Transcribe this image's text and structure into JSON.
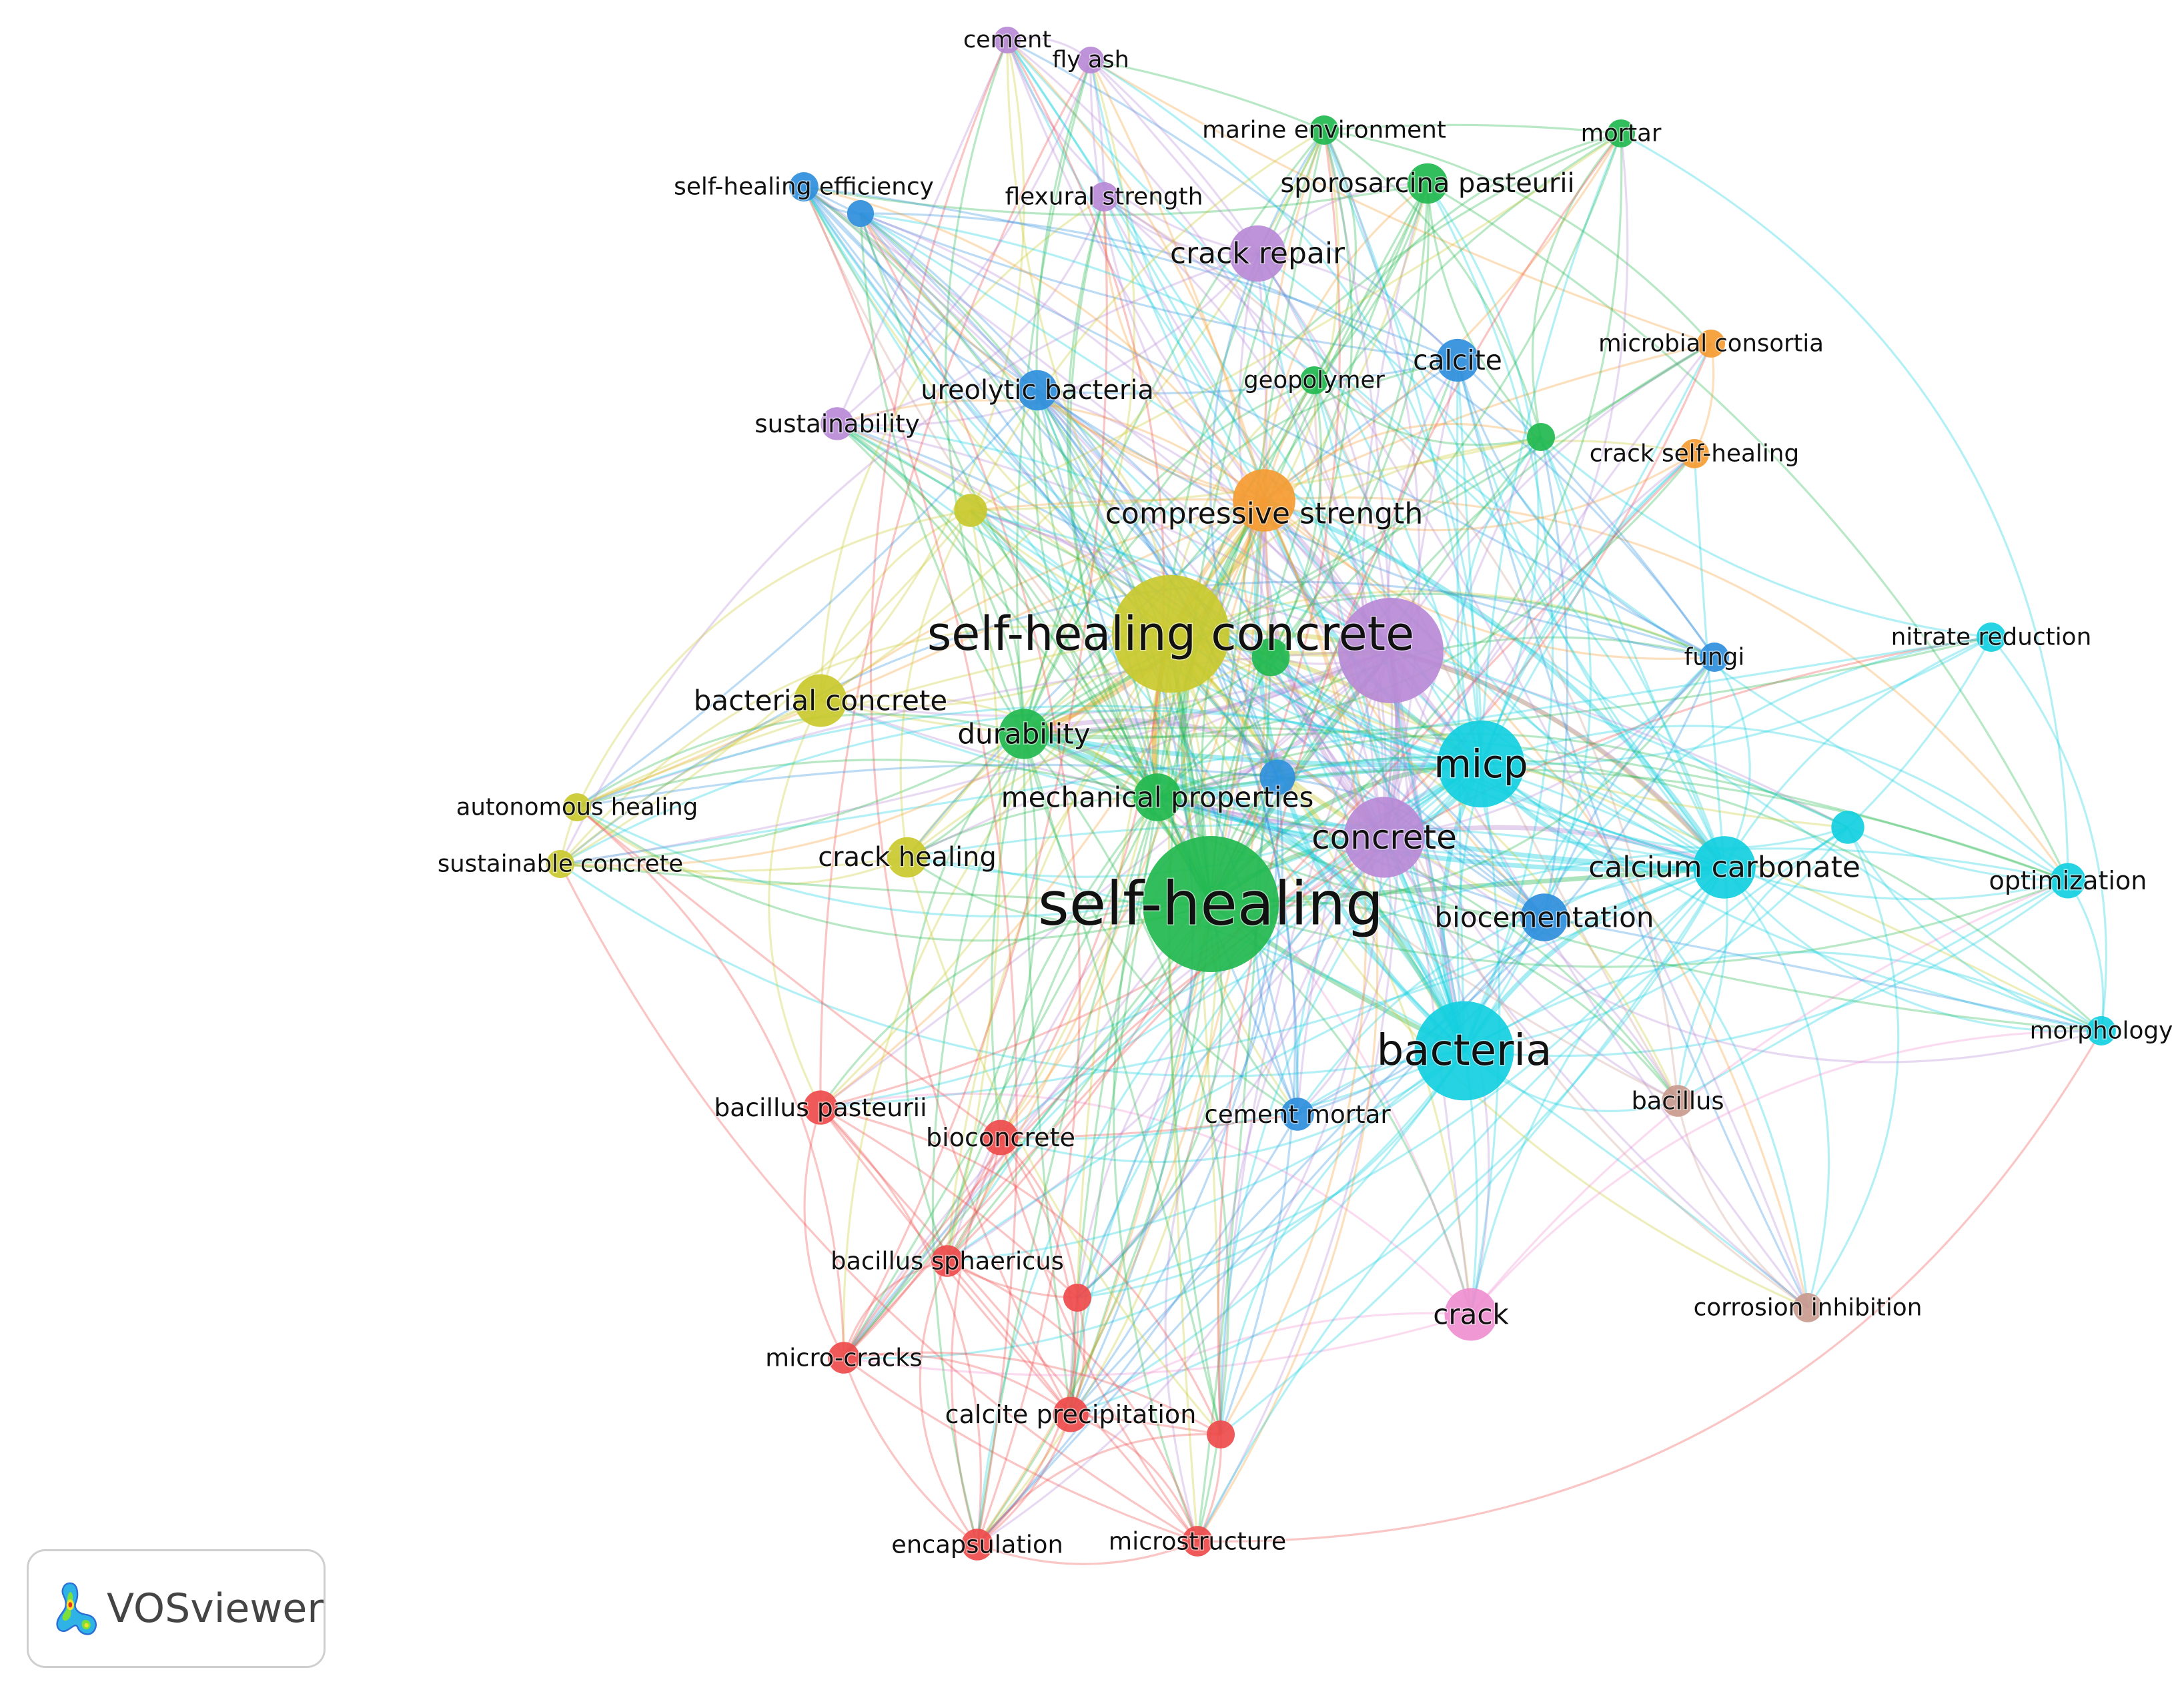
{
  "app": {
    "name": "VOSviewer"
  },
  "clusters": {
    "red": "#ee4b4b",
    "green": "#22b84f",
    "blue": "#2f8fdc",
    "yellow": "#c9c92e",
    "purple": "#b98ad6",
    "cyan": "#12cfe0",
    "orange": "#f59b32",
    "brown": "#c99a8e",
    "pink": "#ee8fcf"
  },
  "nodes": [
    {
      "id": "self-healing",
      "label": "self-healing",
      "cluster": "green",
      "weight": 10
    },
    {
      "id": "self-healing-concrete",
      "label": "self-healing concrete",
      "cluster": "yellow",
      "weight": 8.5
    },
    {
      "id": "bacteria",
      "label": "bacteria",
      "cluster": "cyan",
      "weight": 7
    },
    {
      "id": "micp",
      "label": "micp",
      "cluster": "cyan",
      "weight": 6
    },
    {
      "id": "concrete",
      "label": "concrete",
      "cluster": "purple",
      "weight": 5.5
    },
    {
      "id": "purple-hub",
      "label": "",
      "cluster": "purple",
      "weight": 7.5
    },
    {
      "id": "calcium-carbonate",
      "label": "calcium carbonate",
      "cluster": "cyan",
      "weight": 4
    },
    {
      "id": "compressive-strength",
      "label": "compressive strength",
      "cluster": "orange",
      "weight": 4
    },
    {
      "id": "crack-repair",
      "label": "crack repair",
      "cluster": "purple",
      "weight": 3.5
    },
    {
      "id": "bacterial-concrete",
      "label": "bacterial concrete",
      "cluster": "yellow",
      "weight": 3.2
    },
    {
      "id": "durability",
      "label": "durability",
      "cluster": "green",
      "weight": 3
    },
    {
      "id": "mechanical-properties",
      "label": "mechanical properties",
      "cluster": "green",
      "weight": 2.8
    },
    {
      "id": "biocementation",
      "label": "biocementation",
      "cluster": "blue",
      "weight": 2.8
    },
    {
      "id": "crack",
      "label": "crack",
      "cluster": "pink",
      "weight": 3.2
    },
    {
      "id": "calcite",
      "label": "calcite",
      "cluster": "blue",
      "weight": 2.4
    },
    {
      "id": "ureolytic-bacteria",
      "label": "ureolytic bacteria",
      "cluster": "blue",
      "weight": 2.2
    },
    {
      "id": "sporosarcina-pasteurii",
      "label": "sporosarcina pasteurii",
      "cluster": "green",
      "weight": 2.2
    },
    {
      "id": "crack-healing",
      "label": "crack healing",
      "cluster": "yellow",
      "weight": 2.2
    },
    {
      "id": "sustainability",
      "label": "sustainability",
      "cluster": "purple",
      "weight": 1.6
    },
    {
      "id": "bacillus-pasteurii",
      "label": "bacillus pasteurii",
      "cluster": "red",
      "weight": 1.7
    },
    {
      "id": "optimization",
      "label": "optimization",
      "cluster": "cyan",
      "weight": 1.8
    },
    {
      "id": "cement-mortar",
      "label": "cement mortar",
      "cluster": "blue",
      "weight": 1.6
    },
    {
      "id": "bioconcrete",
      "label": "bioconcrete",
      "cluster": "red",
      "weight": 1.8
    },
    {
      "id": "calcite-precipitation",
      "label": "calcite precipitation",
      "cluster": "red",
      "weight": 1.8
    },
    {
      "id": "bacillus-sphaericus",
      "label": "bacillus sphaericus",
      "cluster": "red",
      "weight": 1.5
    },
    {
      "id": "micro-cracks",
      "label": "micro-cracks",
      "cluster": "red",
      "weight": 1.5
    },
    {
      "id": "encapsulation",
      "label": "encapsulation",
      "cluster": "red",
      "weight": 1.5
    },
    {
      "id": "microstructure",
      "label": "microstructure",
      "cluster": "red",
      "weight": 1.4
    },
    {
      "id": "bacillus",
      "label": "bacillus",
      "cluster": "brown",
      "weight": 1.5
    },
    {
      "id": "corrosion-inhibition",
      "label": "corrosion inhibition",
      "cluster": "brown",
      "weight": 1.3
    },
    {
      "id": "morphology",
      "label": "morphology",
      "cluster": "cyan",
      "weight": 1.3
    },
    {
      "id": "nitrate-reduction",
      "label": "nitrate reduction",
      "cluster": "cyan",
      "weight": 1.3
    },
    {
      "id": "fungi",
      "label": "fungi",
      "cluster": "blue",
      "weight": 1.3
    },
    {
      "id": "crack-self-healing",
      "label": "crack self-healing",
      "cluster": "orange",
      "weight": 1.3
    },
    {
      "id": "microbial-consortia",
      "label": "microbial consortia",
      "cluster": "orange",
      "weight": 1.2
    },
    {
      "id": "geopolymer",
      "label": "geopolymer",
      "cluster": "green",
      "weight": 1.2
    },
    {
      "id": "mortar",
      "label": "mortar",
      "cluster": "green",
      "weight": 1.2
    },
    {
      "id": "marine-environment",
      "label": "marine environment",
      "cluster": "green",
      "weight": 1.3
    },
    {
      "id": "flexural-strength",
      "label": "flexural strength",
      "cluster": "purple",
      "weight": 1.3
    },
    {
      "id": "cement",
      "label": "cement",
      "cluster": "purple",
      "weight": 1.1
    },
    {
      "id": "fly-ash",
      "label": "fly ash",
      "cluster": "purple",
      "weight": 1.1
    },
    {
      "id": "self-healing-efficiency",
      "label": "self-healing efficiency",
      "cluster": "blue",
      "weight": 1.3
    },
    {
      "id": "autonomous-healing",
      "label": "autonomous healing",
      "cluster": "yellow",
      "weight": 1.2
    },
    {
      "id": "sustainable-concrete",
      "label": "sustainable concrete",
      "cluster": "yellow",
      "weight": 1.2
    },
    {
      "id": "blue-small-a",
      "label": "",
      "cluster": "blue",
      "weight": 1.1
    },
    {
      "id": "yellow-small",
      "label": "",
      "cluster": "yellow",
      "weight": 1.6
    },
    {
      "id": "green-small-a",
      "label": "",
      "cluster": "green",
      "weight": 1.2
    },
    {
      "id": "green-small-b",
      "label": "",
      "cluster": "green",
      "weight": 2
    },
    {
      "id": "blue-small-b",
      "label": "",
      "cluster": "blue",
      "weight": 1.8
    },
    {
      "id": "cyan-small",
      "label": "",
      "cluster": "cyan",
      "weight": 1.6
    },
    {
      "id": "red-small-a",
      "label": "",
      "cluster": "red",
      "weight": 1.2
    },
    {
      "id": "red-small-b",
      "label": "",
      "cluster": "red",
      "weight": 1.2
    }
  ]
}
